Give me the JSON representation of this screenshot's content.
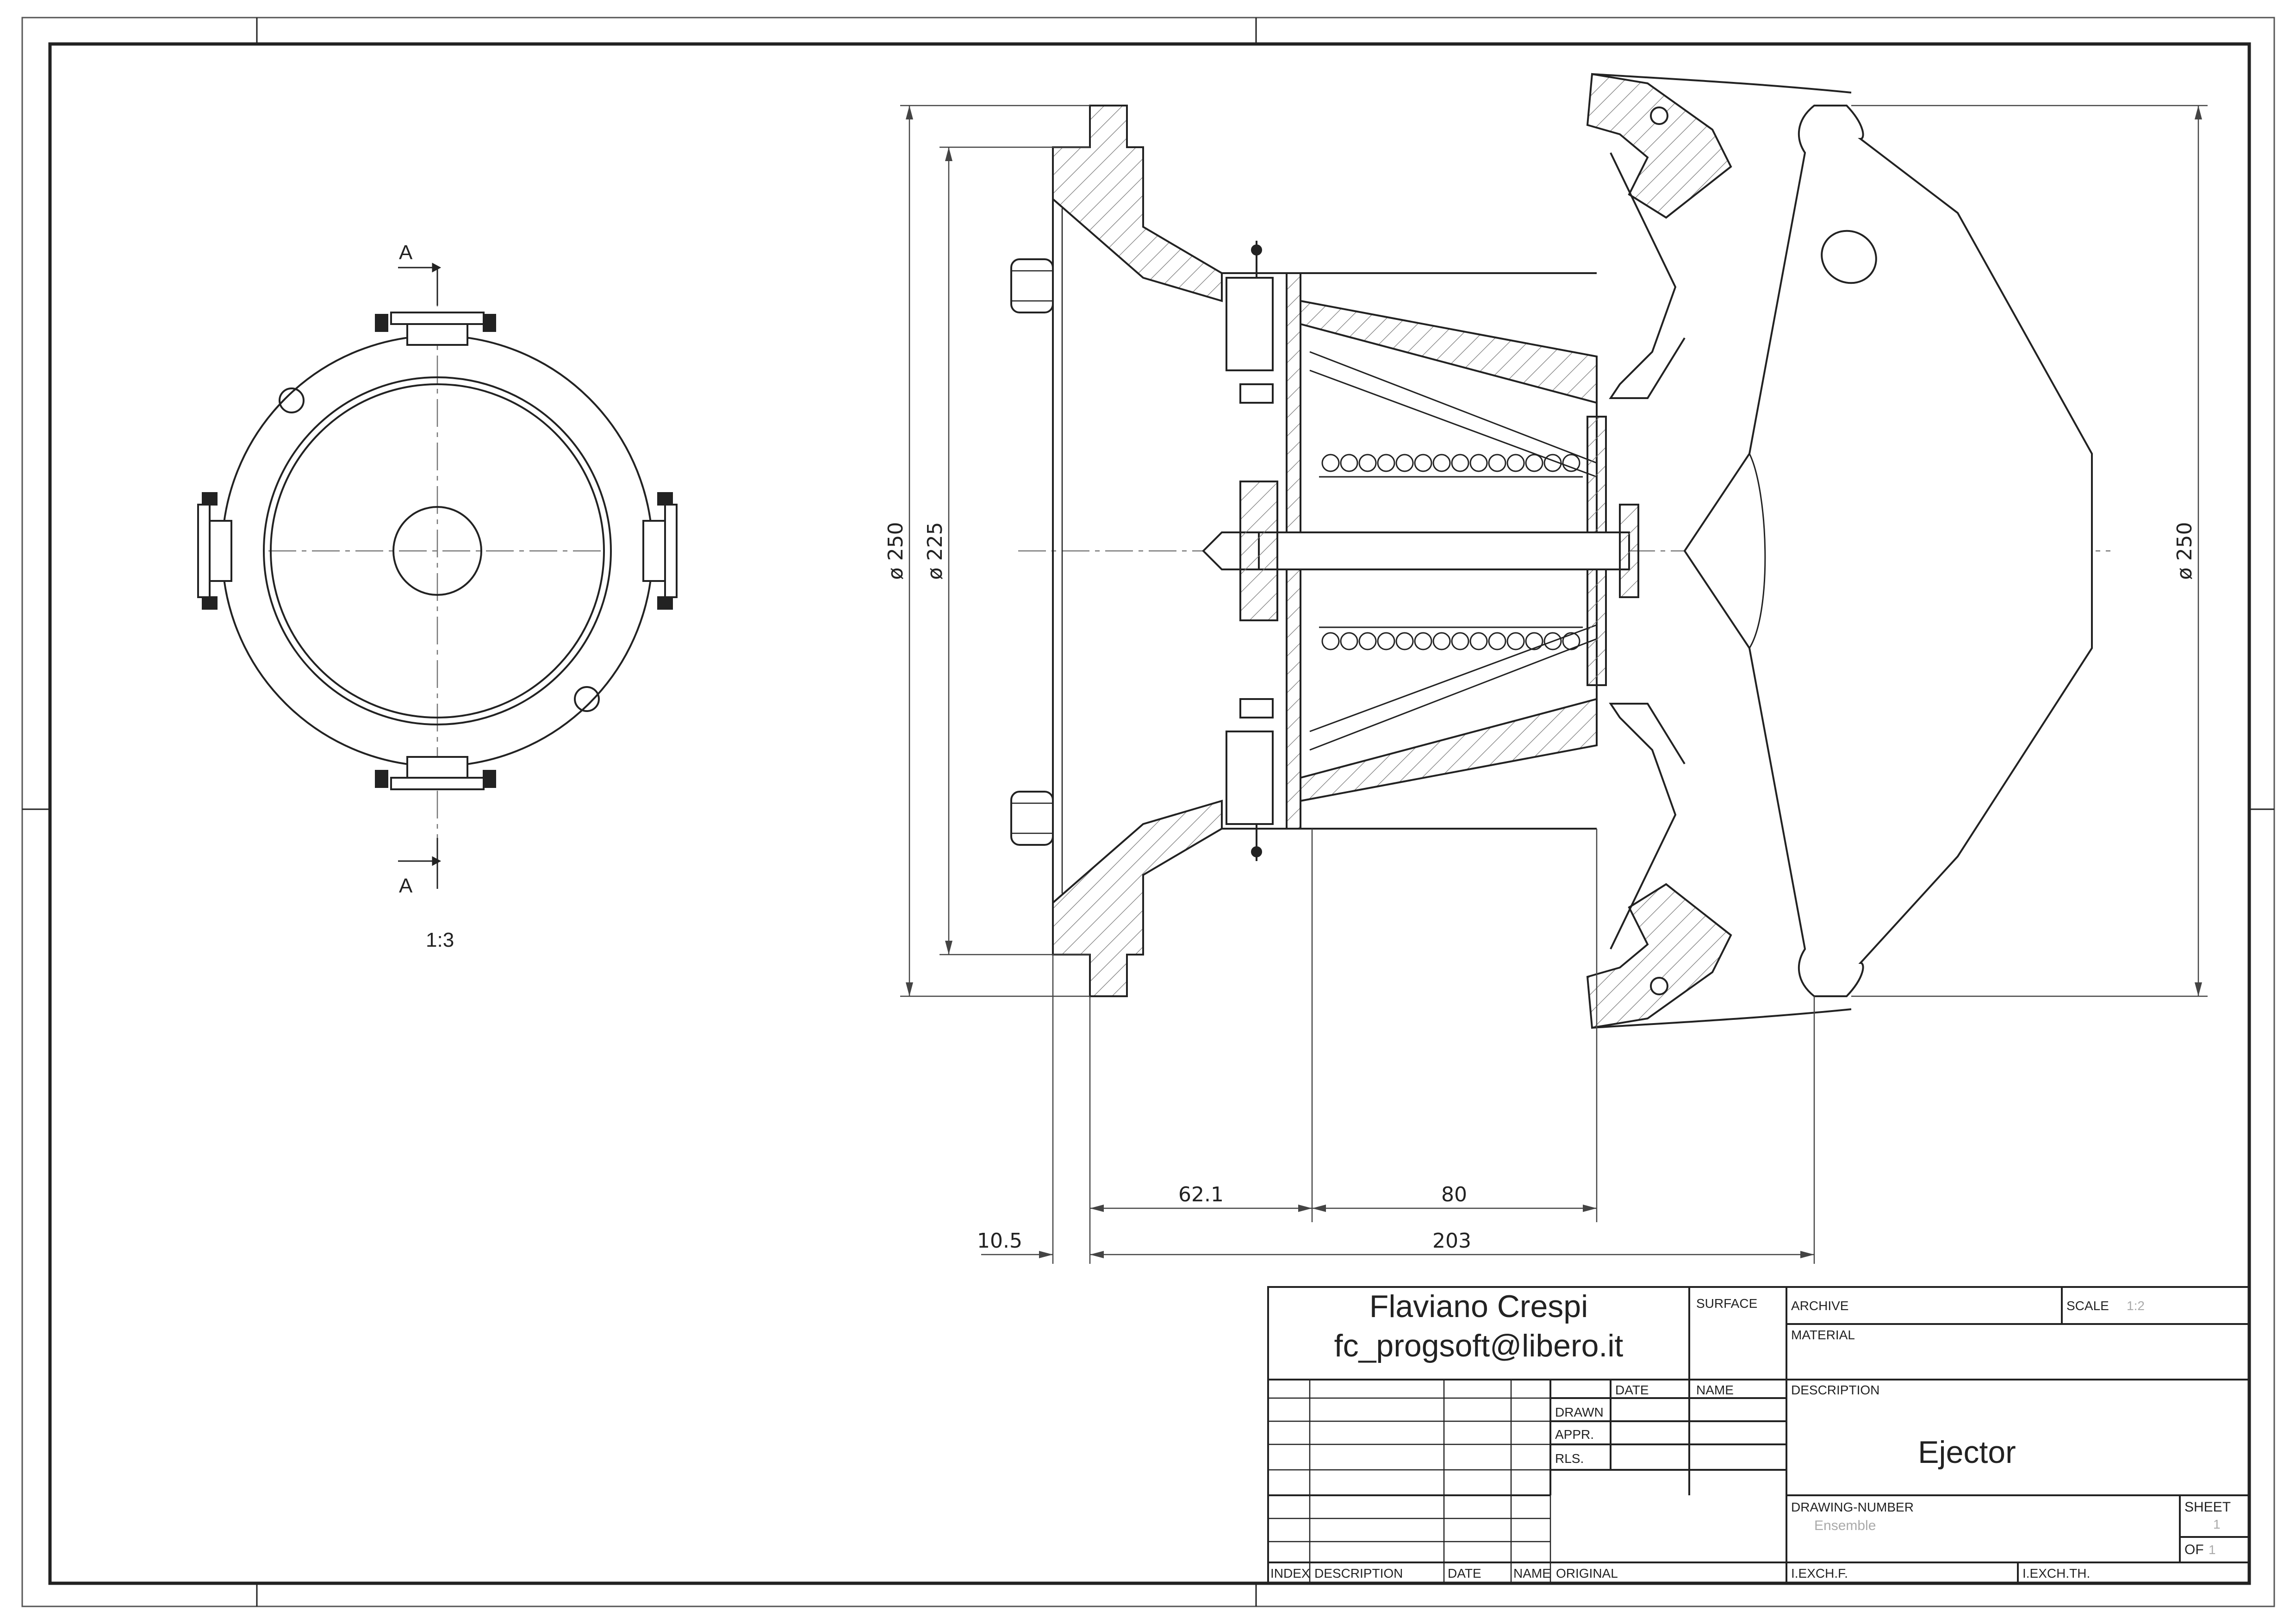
{
  "front_view": {
    "section_marker_top": "A",
    "section_marker_bottom": "A",
    "scale_label": "1:3"
  },
  "section_view": {
    "dimensions": {
      "dia_left_outer": "ø 250",
      "dia_left_inner": "ø 225",
      "dia_right": "ø 250",
      "len_62_1": "62.1",
      "len_80": "80",
      "len_10_5": "10.5",
      "len_203": "203"
    }
  },
  "title_block": {
    "author_name": "Flaviano Crespi",
    "author_email": "fc_progsoft@libero.it",
    "surface_label": "SURFACE",
    "archive_label": "ARCHIVE",
    "scale_label": "SCALE",
    "scale_value": "1:2",
    "material_label": "MATERIAL",
    "date_label": "DATE",
    "name_label": "NAME",
    "drawn_label": "DRAWN",
    "appr_label": "APPR.",
    "rls_label": "RLS.",
    "description_label": "DESCRIPTION",
    "description_value": "Ejector",
    "drawing_number_label": "DRAWING-NUMBER",
    "drawing_number_value": "Ensemble",
    "sheet_label": "SHEET",
    "sheet_value": "1",
    "of_label": "OF",
    "of_value": "1",
    "rev_index": "INDEX",
    "rev_description": "DESCRIPTION",
    "rev_date": "DATE",
    "rev_name": "NAME",
    "original_label": "ORIGINAL",
    "iexchf_label": "I.EXCH.F.",
    "iexchth_label": "I.EXCH.TH."
  }
}
